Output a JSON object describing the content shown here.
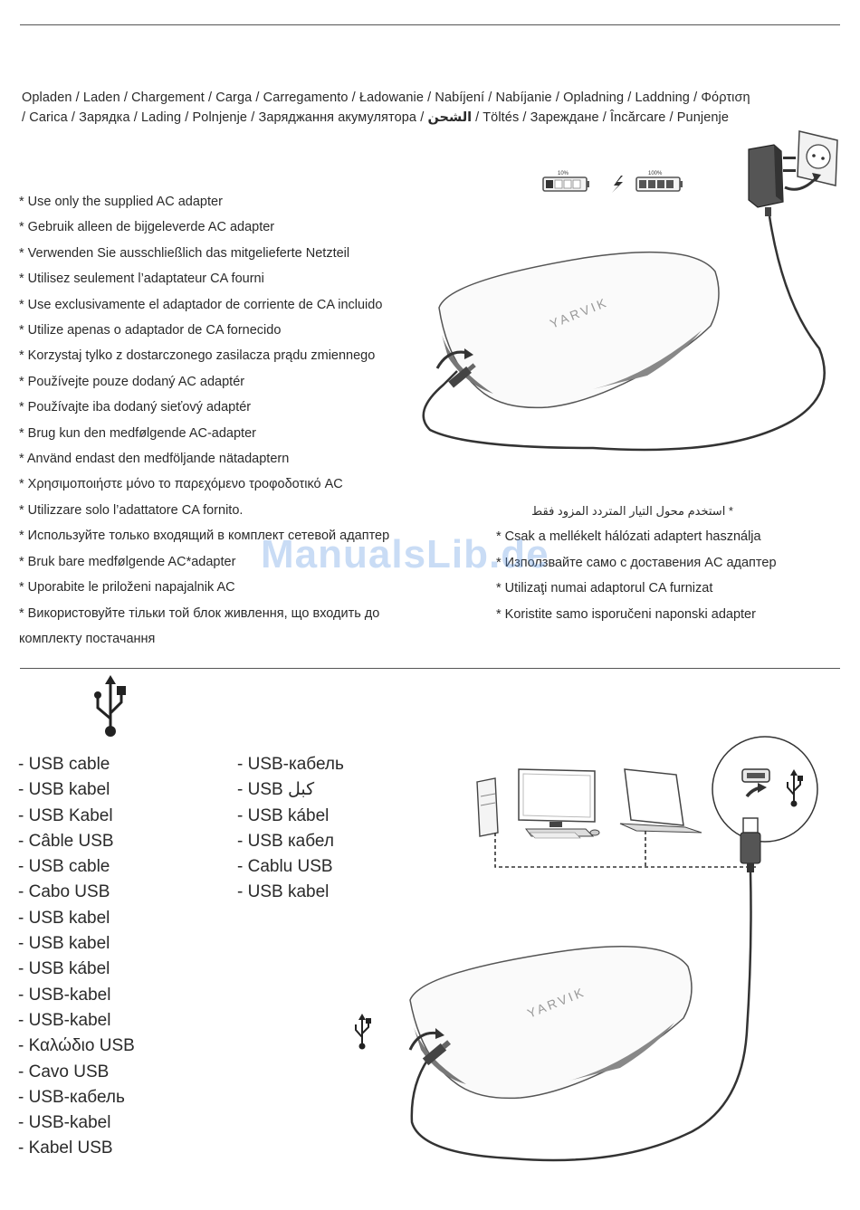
{
  "charging": {
    "title_line1": "Opladen / Laden / Chargement / Carga / Carregamento / Ładowanie / Nabíjení / Nabíjanie / Opladning / Laddning / Φόρτιση",
    "title_line2_a": "/ Carica / Зарядка / Lading / Polnjenje / Заряджання акумулятора / ",
    "title_line2_ar": "الشحن",
    "title_line2_b": " / Töltés / Зареждане / Încărcare / Punjenje",
    "battery_low_label": "10%",
    "battery_full_label": "100%",
    "notes_left": [
      "* Use only the supplied AC adapter",
      "* Gebruik alleen de bijgeleverde AC adapter",
      "* Verwenden Sie ausschließlich das mitgelieferte Netzteil",
      "* Utilisez seulement l’adaptateur CA fourni",
      "* Use exclusivamente el adaptador de corriente de CA incluido",
      "* Utilize apenas o adaptador de CA fornecido",
      "* Korzystaj tylko z dostarczonego zasilacza prądu zmiennego",
      "* Používejte pouze dodaný AC adaptér",
      "* Používajte iba dodaný sieťový adaptér",
      "* Brug kun den medfølgende AC-adapter",
      "* Använd endast den medföljande nätadaptern",
      "* Χρησιμοποιήστε μόνο το παρεχόμενο τροφοδοτικό AC",
      "* Utilizzare solo l’adattatore CA fornito.",
      "* Используйте только входящий в комплект сетевой адаптер",
      "* Bruk bare medfølgende AC*adapter",
      "* Uporabite le priloženi napajalnik AC",
      "* Використовуйте тільки той блок живлення, що входить до комплекту постачання"
    ],
    "notes_right": [
      "* استخدم محول التيار المتردد المزود فقط",
      "* Csak a mellékelt hálózati adaptert használja",
      "* Използвайте само с доставения AC адаптер",
      "* Utilizaţi numai adaptorul CA furnizat",
      "* Koristite samo isporučeni naponski adapter"
    ],
    "device_brand": "YARVIK"
  },
  "usb": {
    "column1": [
      "- USB cable",
      "- USB kabel",
      "- USB Kabel",
      "- Câble USB",
      "- USB cable",
      "- Cabo USB",
      "- USB kabel",
      "- USB kabel",
      "- USB kábel",
      "- USB-kabel",
      "- USB-kabel",
      "- Καλώδιο USB",
      "- Cavo USB",
      "- USB-кабель",
      "- USB-kabel",
      "- Kabel USB"
    ],
    "column2": [
      "- USB-кабель",
      "- USB كبل",
      "- USB kábel",
      "- USB кабел",
      "- Cablu USB",
      "- USB kabel"
    ]
  },
  "watermark": "ManualsLib.de",
  "colors": {
    "text": "#2a2a2a",
    "rule": "#555555",
    "watermark": "#5a96e1"
  }
}
